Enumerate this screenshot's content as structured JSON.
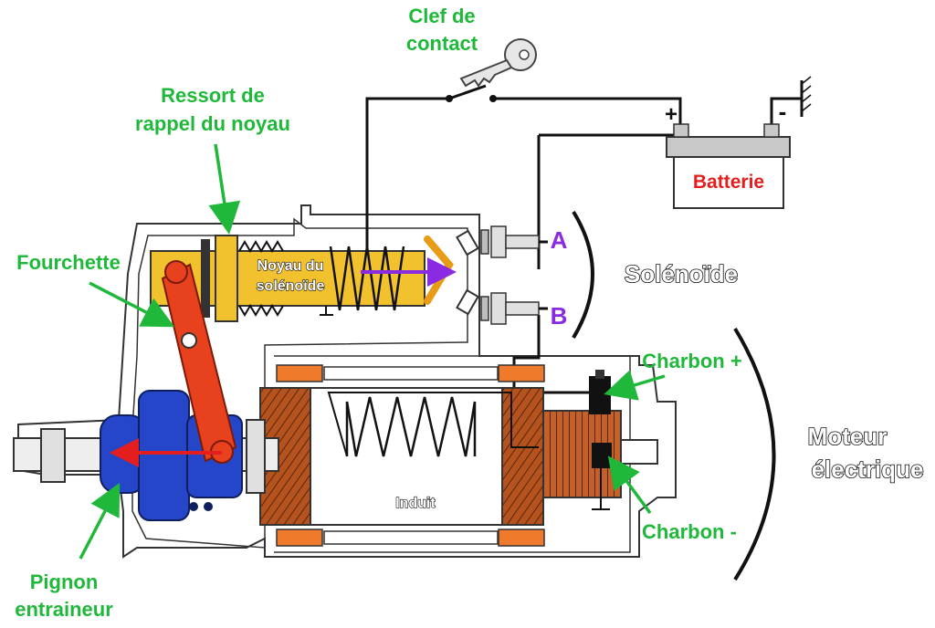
{
  "labels": {
    "clef_de_contact_line1": "Clef de",
    "clef_de_contact_line2": "contact",
    "ressort_line1": "Ressort de",
    "ressort_line2": "rappel du noyau",
    "fourchette": "Fourchette",
    "noyau_line1": "Noyau du",
    "noyau_line2": "solénoïde",
    "batterie": "Batterie",
    "plus_sign": "+",
    "minus_sign": "-",
    "terminal_a": "A",
    "terminal_b": "B",
    "solenoide": "Solénoïde",
    "charbon_plus": "Charbon +",
    "charbon_minus": "Charbon -",
    "moteur_line1": "Moteur",
    "moteur_line2": "électrique",
    "induit": "Induit",
    "pignon_line1": "Pignon",
    "pignon_line2": "entraineur"
  },
  "colors": {
    "label_green": "#1fb83a",
    "terminal_purple": "#8a2be2",
    "battery_red": "#e41e1e",
    "fork_red": "#e8411e",
    "plunger_yellow": "#f2c12e",
    "pinion_blue": "#2546c8",
    "winding_copper": "#b5531f",
    "magnet_orange": "#f07a2c",
    "arrow_purple": "#8a2be2",
    "arrow_red": "#e41e1e"
  }
}
